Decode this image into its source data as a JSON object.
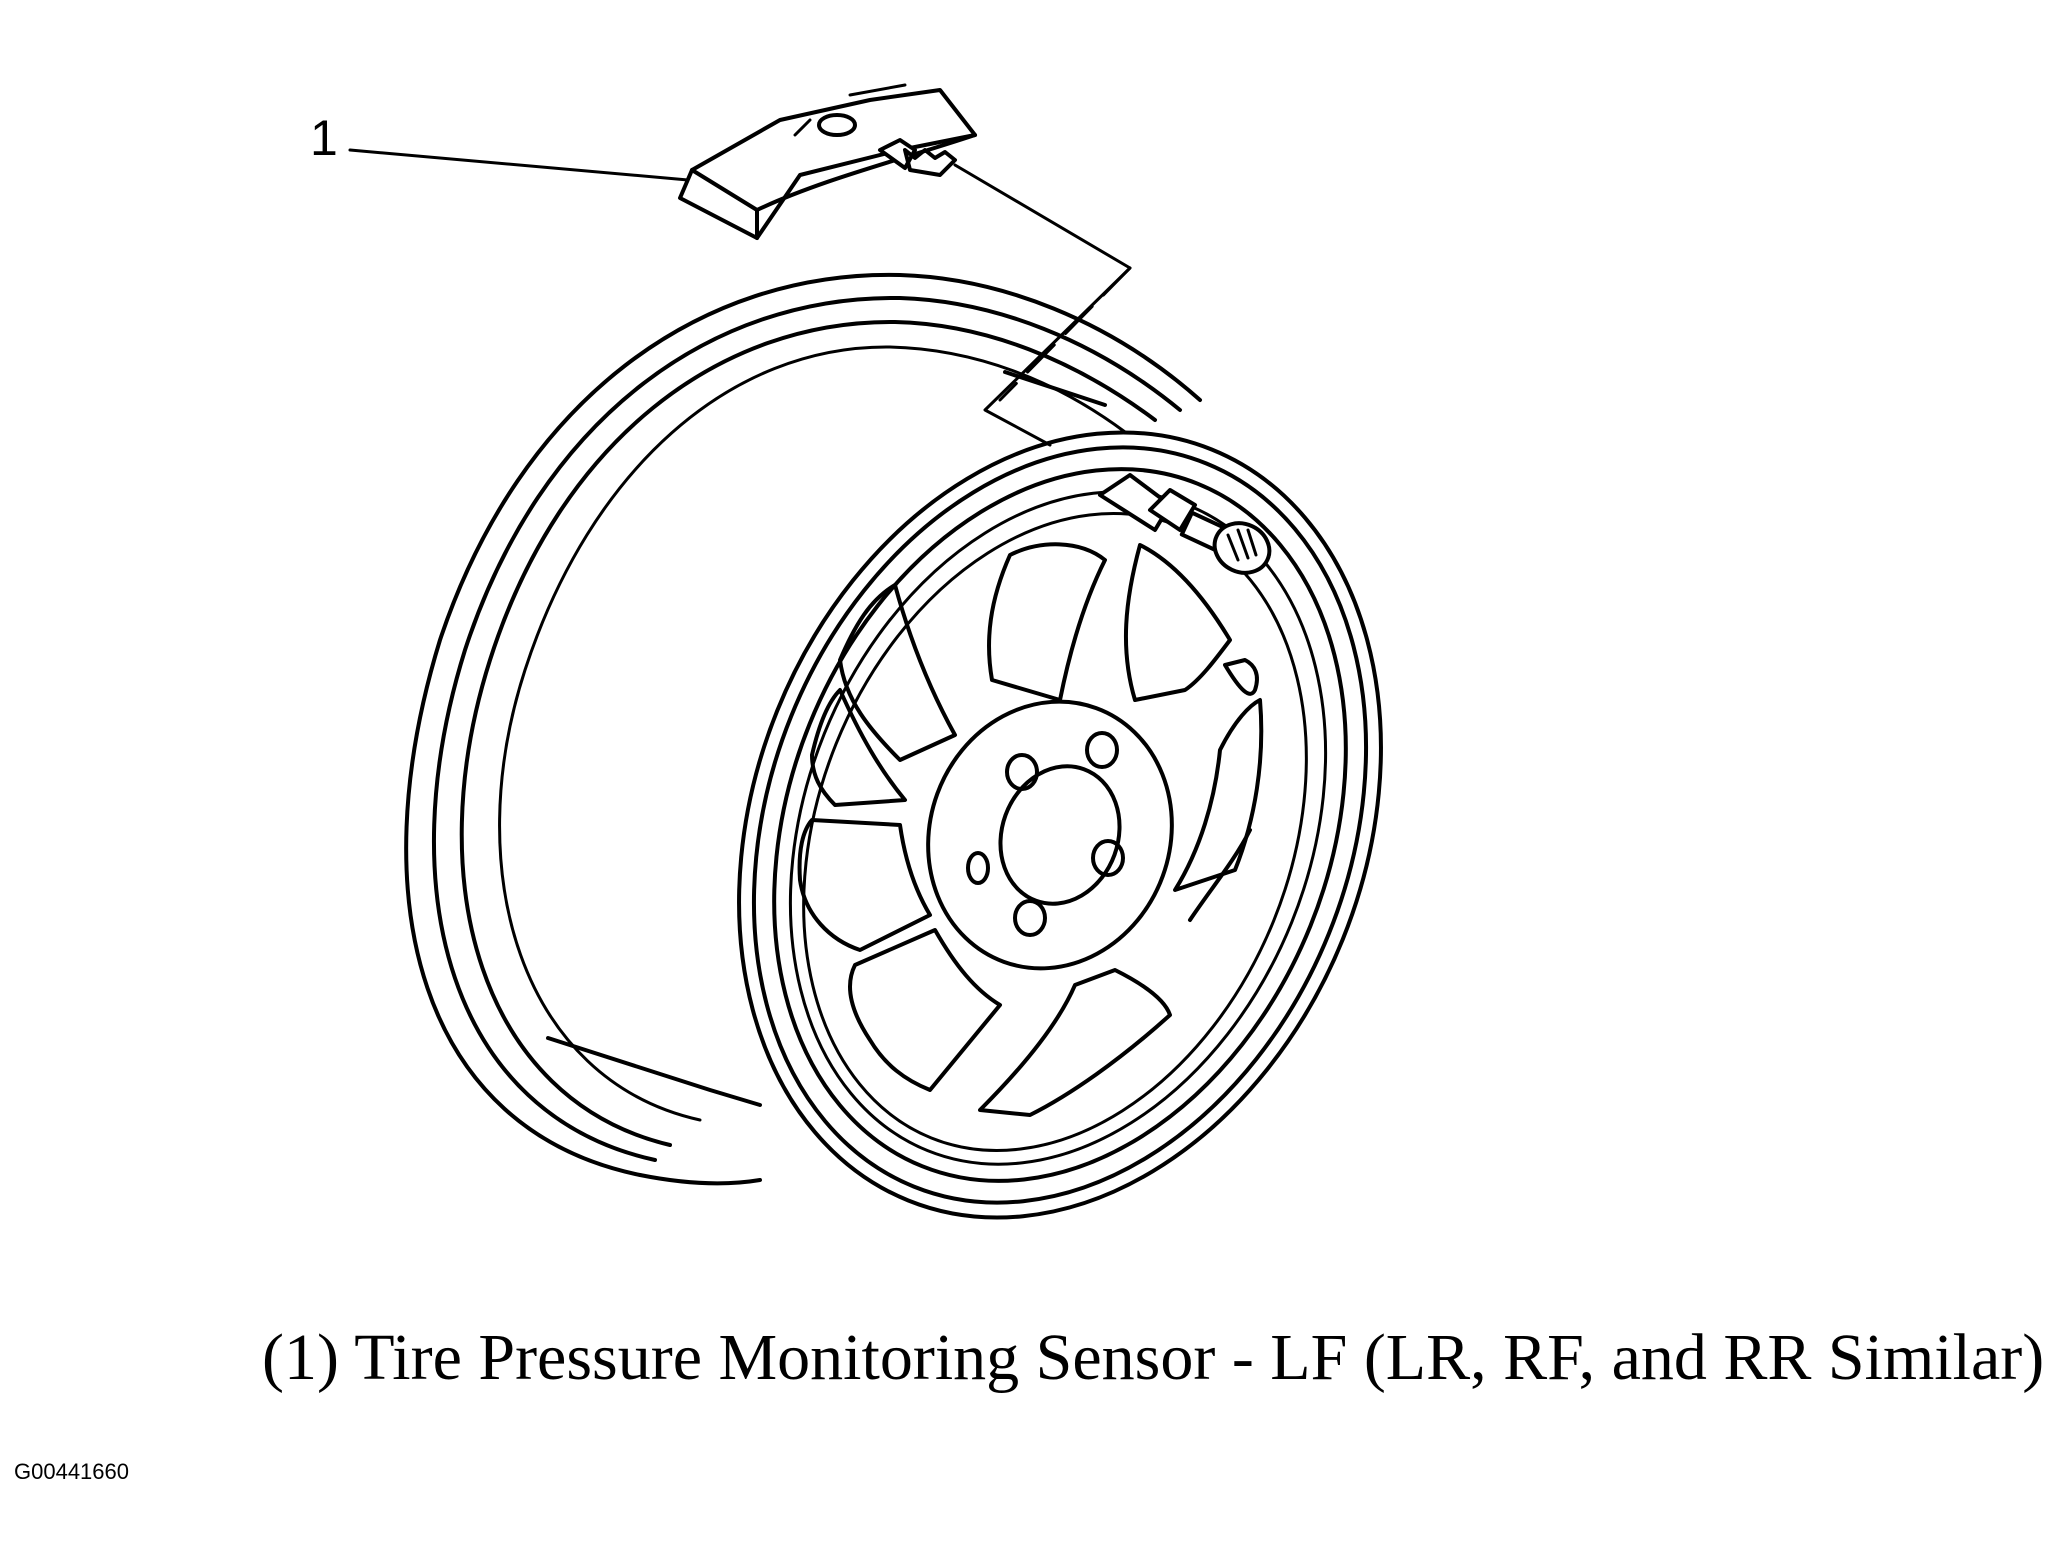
{
  "callout": {
    "number": "1"
  },
  "caption": "(1) Tire Pressure Monitoring Sensor - LF (LR, RF, and RR Similar)",
  "figure_id": "G00441660",
  "icons": {
    "wheel": "wheel-rim-illustration",
    "sensor": "tire-pressure-sensor-illustration",
    "valve": "valve-stem-illustration"
  }
}
